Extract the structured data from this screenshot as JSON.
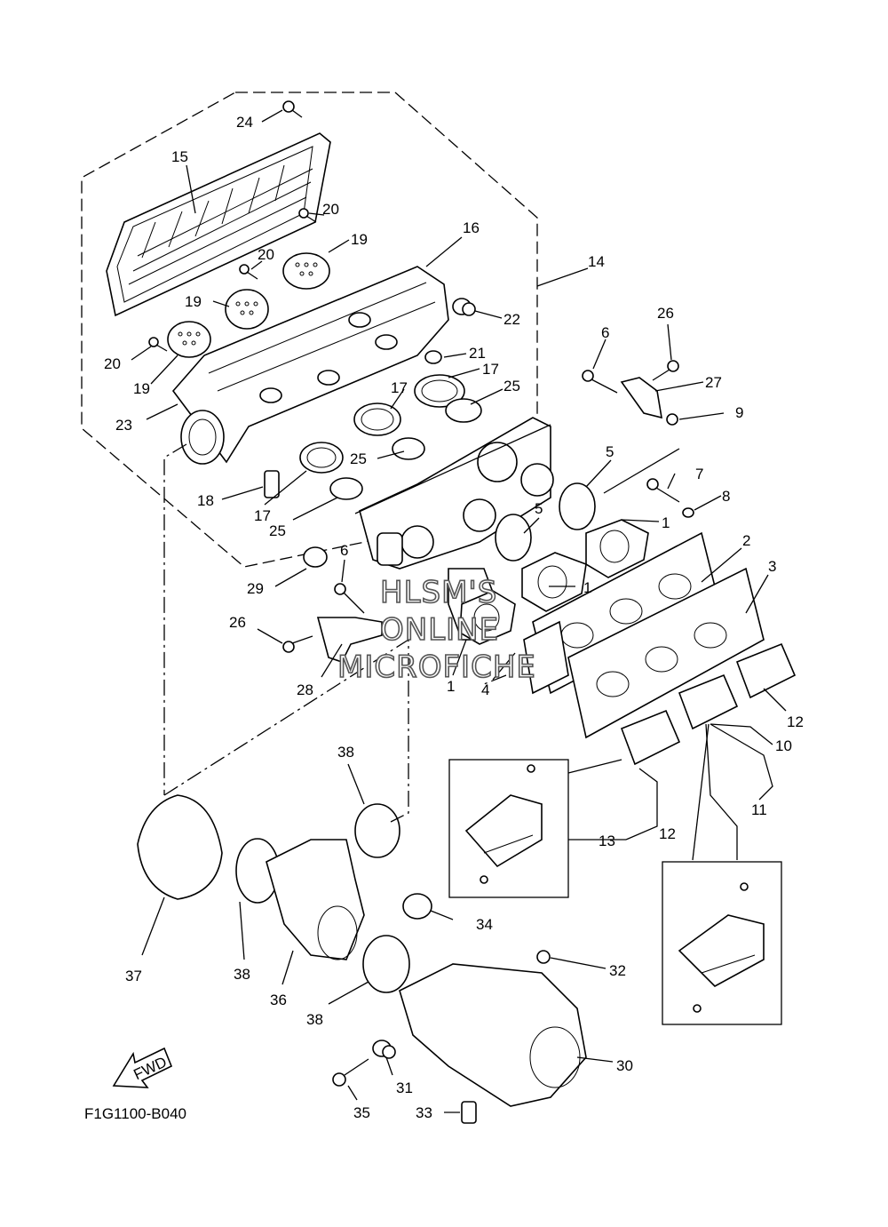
{
  "diagram": {
    "code": "F1G1100-B040",
    "fwd_label": "FWD",
    "watermark": [
      "HLSM'S",
      "ONLINE",
      "MICROFICHE"
    ],
    "callouts": [
      {
        "id": "c24",
        "text": "24"
      },
      {
        "id": "c15",
        "text": "15"
      },
      {
        "id": "c20a",
        "text": "20"
      },
      {
        "id": "c19a",
        "text": "19"
      },
      {
        "id": "c16",
        "text": "16"
      },
      {
        "id": "c20b",
        "text": "20"
      },
      {
        "id": "c14",
        "text": "14"
      },
      {
        "id": "c19b",
        "text": "19"
      },
      {
        "id": "c22",
        "text": "22"
      },
      {
        "id": "c20c",
        "text": "20"
      },
      {
        "id": "c21",
        "text": "21"
      },
      {
        "id": "c19c",
        "text": "19"
      },
      {
        "id": "c17a",
        "text": "17"
      },
      {
        "id": "c17b",
        "text": "17"
      },
      {
        "id": "c25a",
        "text": "25"
      },
      {
        "id": "c23",
        "text": "23"
      },
      {
        "id": "c25b",
        "text": "25"
      },
      {
        "id": "c18",
        "text": "18"
      },
      {
        "id": "c17c",
        "text": "17"
      },
      {
        "id": "c25c",
        "text": "25"
      },
      {
        "id": "c6a",
        "text": "6"
      },
      {
        "id": "c26a",
        "text": "26"
      },
      {
        "id": "c27",
        "text": "27"
      },
      {
        "id": "c9",
        "text": "9"
      },
      {
        "id": "c5a",
        "text": "5"
      },
      {
        "id": "c7",
        "text": "7"
      },
      {
        "id": "c8",
        "text": "8"
      },
      {
        "id": "c1a",
        "text": "1"
      },
      {
        "id": "c5b",
        "text": "5"
      },
      {
        "id": "c2",
        "text": "2"
      },
      {
        "id": "c3",
        "text": "3"
      },
      {
        "id": "c1b",
        "text": "1"
      },
      {
        "id": "c6b",
        "text": "6"
      },
      {
        "id": "c29",
        "text": "29"
      },
      {
        "id": "c26b",
        "text": "26"
      },
      {
        "id": "c28",
        "text": "28"
      },
      {
        "id": "c1c",
        "text": "1"
      },
      {
        "id": "c4",
        "text": "4"
      },
      {
        "id": "c12a",
        "text": "12"
      },
      {
        "id": "c10",
        "text": "10"
      },
      {
        "id": "c38a",
        "text": "38"
      },
      {
        "id": "c11",
        "text": "11"
      },
      {
        "id": "c13",
        "text": "13"
      },
      {
        "id": "c12b",
        "text": "12"
      },
      {
        "id": "c34",
        "text": "34"
      },
      {
        "id": "c37",
        "text": "37"
      },
      {
        "id": "c38b",
        "text": "38"
      },
      {
        "id": "c36",
        "text": "36"
      },
      {
        "id": "c38c",
        "text": "38"
      },
      {
        "id": "c32",
        "text": "32"
      },
      {
        "id": "c30",
        "text": "30"
      },
      {
        "id": "c31",
        "text": "31"
      },
      {
        "id": "c35",
        "text": "35"
      },
      {
        "id": "c33",
        "text": "33"
      }
    ]
  }
}
